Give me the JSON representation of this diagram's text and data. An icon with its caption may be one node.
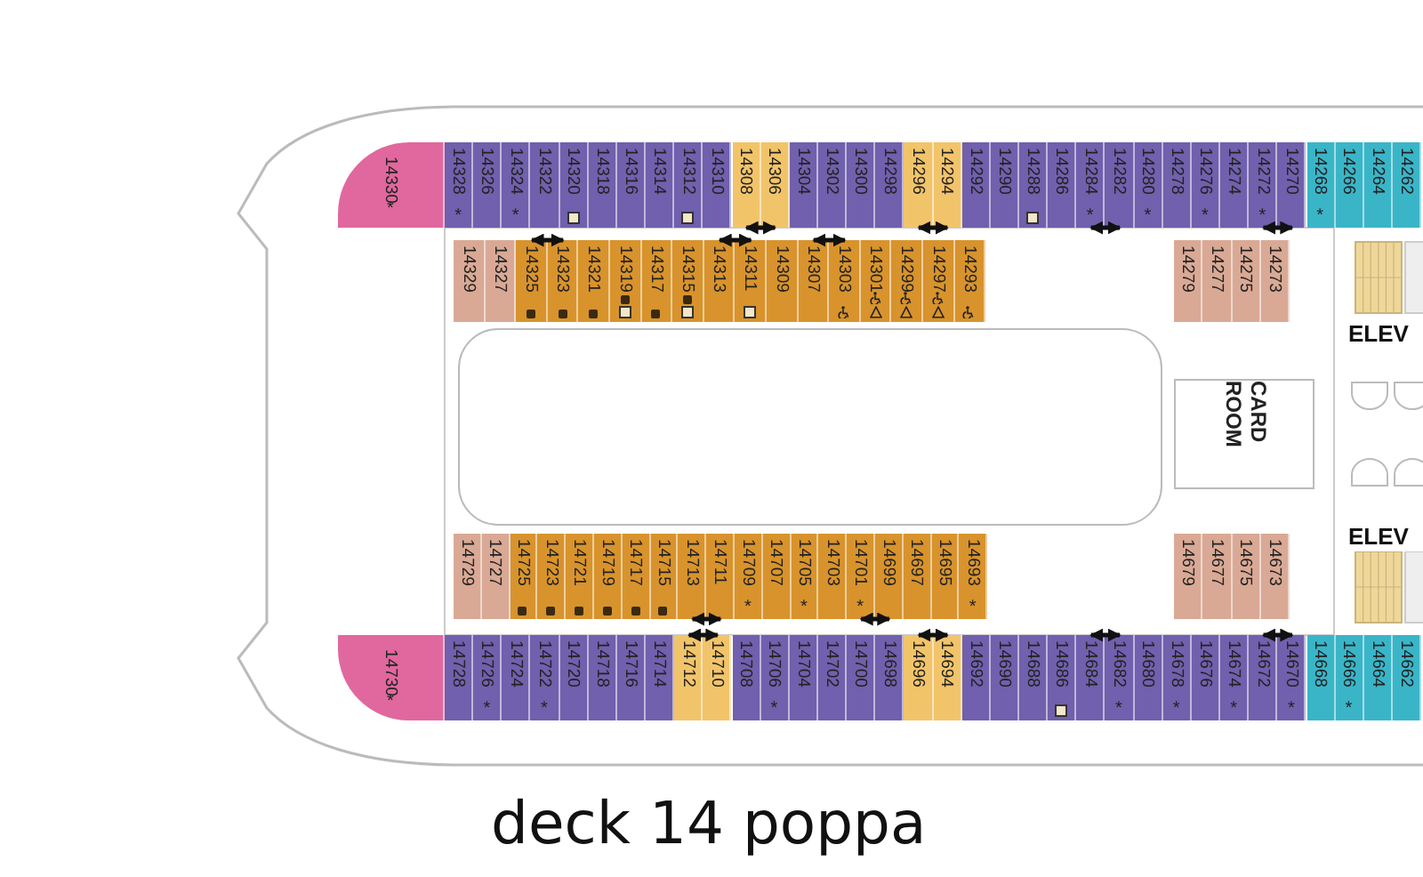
{
  "diagram": {
    "title": "deck 14 poppa",
    "nodes": [
      {
        "text": [
          "14330",
          "*"
        ]
      },
      {
        "text": [
          "14328",
          "*"
        ]
      },
      {
        "text": [
          "14326"
        ]
      },
      {
        "text": [
          "14324",
          "*"
        ]
      },
      {
        "text": [
          "14322"
        ]
      },
      {
        "text": [
          "14320"
        ]
      },
      {
        "text": [
          "14318"
        ]
      },
      {
        "text": [
          "14316"
        ]
      },
      {
        "text": [
          "14314"
        ]
      },
      {
        "text": [
          "14312"
        ]
      },
      {
        "text": [
          "14310"
        ]
      },
      {
        "text": [
          "14308"
        ]
      },
      {
        "text": [
          "14306"
        ]
      },
      {
        "text": [
          "14304"
        ]
      },
      {
        "text": [
          "14302"
        ]
      },
      {
        "text": [
          "14300"
        ]
      },
      {
        "text": [
          "14298"
        ]
      },
      {
        "text": [
          "14296"
        ]
      },
      {
        "text": [
          "14294"
        ]
      },
      {
        "text": [
          "14292"
        ]
      },
      {
        "text": [
          "14290"
        ]
      },
      {
        "text": [
          "14288"
        ]
      },
      {
        "text": [
          "14286"
        ]
      },
      {
        "text": [
          "14284",
          "*"
        ]
      },
      {
        "text": [
          "14282"
        ]
      },
      {
        "text": [
          "14280",
          "*"
        ]
      },
      {
        "text": [
          "14278"
        ]
      },
      {
        "text": [
          "14276",
          "*"
        ]
      },
      {
        "text": [
          "14274"
        ]
      },
      {
        "text": [
          "14272",
          "*"
        ]
      },
      {
        "text": [
          "14270"
        ]
      },
      {
        "text": [
          "14268",
          "*"
        ]
      },
      {
        "text": [
          "14266"
        ]
      },
      {
        "text": [
          "14264"
        ]
      },
      {
        "text": [
          "14262"
        ]
      },
      {
        "text": [
          "14329"
        ]
      },
      {
        "text": [
          "14327"
        ]
      },
      {
        "text": [
          "14325"
        ]
      },
      {
        "text": [
          "14323"
        ]
      },
      {
        "text": [
          "14321"
        ]
      },
      {
        "text": [
          "14319"
        ]
      },
      {
        "text": [
          "14317"
        ]
      },
      {
        "text": [
          "14315"
        ]
      },
      {
        "text": [
          "14313"
        ]
      },
      {
        "text": [
          "14311"
        ]
      },
      {
        "text": [
          "14309"
        ]
      },
      {
        "text": [
          "14307"
        ]
      },
      {
        "text": [
          "14303"
        ]
      },
      {
        "text": [
          "14301"
        ]
      },
      {
        "text": [
          "14299"
        ]
      },
      {
        "text": [
          "14297"
        ]
      },
      {
        "text": [
          "14293"
        ]
      },
      {
        "text": [
          "14279"
        ]
      },
      {
        "text": [
          "14277"
        ]
      },
      {
        "text": [
          "14275"
        ]
      },
      {
        "text": [
          "14273"
        ]
      },
      {
        "text": [
          "CARD ROOM"
        ]
      },
      {
        "text": [
          "ELEV"
        ]
      },
      {
        "text": [
          "ELEV"
        ]
      },
      {
        "text": [
          "14729"
        ]
      },
      {
        "text": [
          "14727"
        ]
      },
      {
        "text": [
          "14725"
        ]
      },
      {
        "text": [
          "14723"
        ]
      },
      {
        "text": [
          "14721"
        ]
      },
      {
        "text": [
          "14719"
        ]
      },
      {
        "text": [
          "14717"
        ]
      },
      {
        "text": [
          "14715"
        ]
      },
      {
        "text": [
          "14713"
        ]
      },
      {
        "text": [
          "14711"
        ]
      },
      {
        "text": [
          "14709",
          "*"
        ]
      },
      {
        "text": [
          "14707"
        ]
      },
      {
        "text": [
          "14705",
          "*"
        ]
      },
      {
        "text": [
          "14703"
        ]
      },
      {
        "text": [
          "14701",
          "*"
        ]
      },
      {
        "text": [
          "14699"
        ]
      },
      {
        "text": [
          "14697"
        ]
      },
      {
        "text": [
          "14695"
        ]
      },
      {
        "text": [
          "14693",
          "*"
        ]
      },
      {
        "text": [
          "14679"
        ]
      },
      {
        "text": [
          "14677"
        ]
      },
      {
        "text": [
          "14675"
        ]
      },
      {
        "text": [
          "14673"
        ]
      },
      {
        "text": [
          "14730",
          "*"
        ]
      },
      {
        "text": [
          "14728"
        ]
      },
      {
        "text": [
          "14726",
          "*"
        ]
      },
      {
        "text": [
          "14724"
        ]
      },
      {
        "text": [
          "14722",
          "*"
        ]
      },
      {
        "text": [
          "14720"
        ]
      },
      {
        "text": [
          "14718"
        ]
      },
      {
        "text": [
          "14716"
        ]
      },
      {
        "text": [
          "14714"
        ]
      },
      {
        "text": [
          "14712"
        ]
      },
      {
        "text": [
          "14710"
        ]
      },
      {
        "text": [
          "14708"
        ]
      },
      {
        "text": [
          "14706",
          "*"
        ]
      },
      {
        "text": [
          "14704"
        ]
      },
      {
        "text": [
          "14702"
        ]
      },
      {
        "text": [
          "14700"
        ]
      },
      {
        "text": [
          "14698"
        ]
      },
      {
        "text": [
          "14696"
        ]
      },
      {
        "text": [
          "14694"
        ]
      },
      {
        "text": [
          "14692"
        ]
      },
      {
        "text": [
          "14690"
        ]
      },
      {
        "text": [
          "14688"
        ]
      },
      {
        "text": [
          "14686"
        ]
      },
      {
        "text": [
          "14684"
        ]
      },
      {
        "text": [
          "14682",
          "*"
        ]
      },
      {
        "text": [
          "14680"
        ]
      },
      {
        "text": [
          "14678",
          "*"
        ]
      },
      {
        "text": [
          "14676"
        ]
      },
      {
        "text": [
          "14674",
          "*"
        ]
      },
      {
        "text": [
          "14672"
        ]
      },
      {
        "text": [
          "14670",
          "*"
        ]
      },
      {
        "text": [
          "14668"
        ]
      },
      {
        "text": [
          "14666",
          "*"
        ]
      },
      {
        "text": [
          "14664"
        ]
      },
      {
        "text": [
          "14662"
        ]
      }
    ],
    "edges": [
      {
        "from": 11,
        "to": 12,
        "arrow": "both"
      },
      {
        "from": 17,
        "to": 18,
        "arrow": "both"
      },
      {
        "from": 23,
        "to": 24,
        "arrow": "both"
      },
      {
        "from": 29,
        "to": 30,
        "arrow": "both"
      },
      {
        "from": 37,
        "to": 38,
        "arrow": "both"
      },
      {
        "from": 43,
        "to": 44,
        "arrow": "both"
      },
      {
        "from": 46,
        "to": 47,
        "arrow": "both"
      },
      {
        "from": 67,
        "to": 68,
        "arrow": "both"
      },
      {
        "from": 73,
        "to": 74,
        "arrow": "both"
      },
      {
        "from": 91,
        "to": 92,
        "arrow": "both"
      },
      {
        "from": 99,
        "to": 100,
        "arrow": "both"
      },
      {
        "from": 105,
        "to": 106,
        "arrow": "both"
      },
      {
        "from": 111,
        "to": 112,
        "arrow": "both"
      }
    ]
  }
}
